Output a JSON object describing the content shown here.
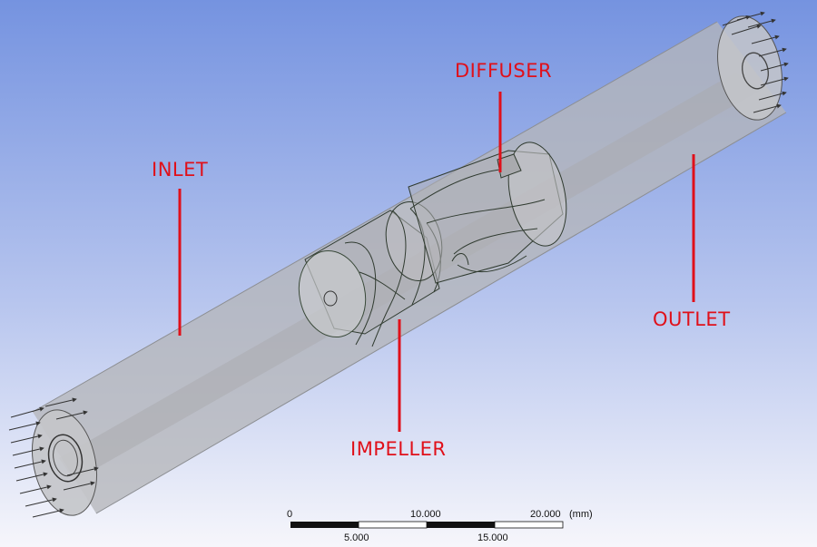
{
  "labels": {
    "inlet": "INLET",
    "diffuser": "DIFFUSER",
    "outlet": "OUTLET",
    "impeller": "IMPELLER"
  },
  "scale_bar": {
    "top_ticks": [
      "0",
      "10.000",
      "20.000"
    ],
    "bottom_ticks": [
      "5.000",
      "15.000"
    ],
    "unit": "(mm)"
  },
  "colors": {
    "background_top": "#7a97e0",
    "background_bottom": "#f4f5fb",
    "callout": "#e0101a",
    "body_fill": "#b8b8bc",
    "edge": "#2f3a2f"
  },
  "icons": {
    "inlet_arrows": "inlet-flow-arrows-icon",
    "outlet_arrows": "outlet-flow-arrows-icon"
  }
}
